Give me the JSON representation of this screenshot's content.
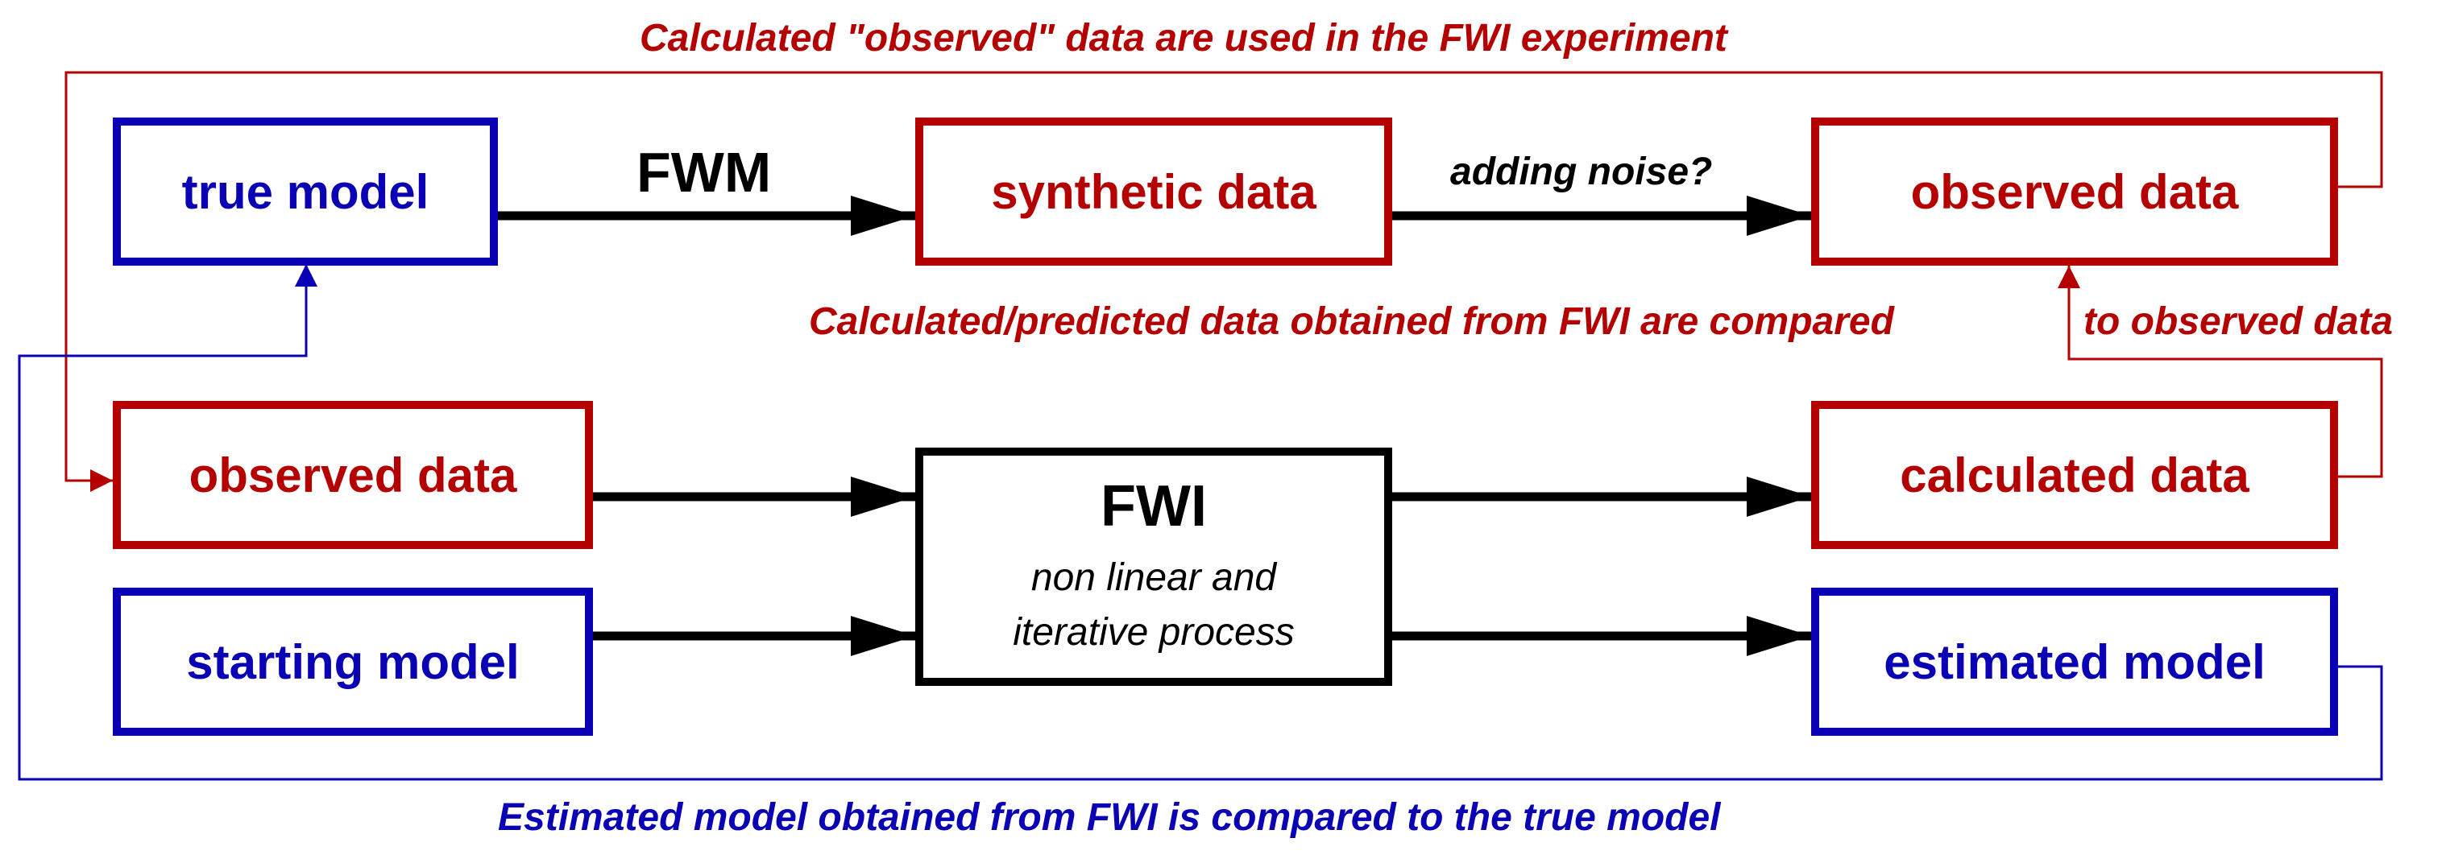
{
  "colors": {
    "blue": "#0a00b4",
    "red": "#b40000",
    "black": "#000000"
  },
  "boxes": {
    "true_model": "true model",
    "synthetic_data": "synthetic data",
    "observed_data_top": "observed data",
    "observed_data_input": "observed data",
    "starting_model": "starting model",
    "fwi_title": "FWI",
    "fwi_sub_1": "non linear and",
    "fwi_sub_2": "iterative process",
    "calculated_data": "calculated data",
    "estimated_model": "estimated model"
  },
  "labels": {
    "fwm": "FWM",
    "adding_noise": "adding noise?",
    "top_caption": "Calculated \"observed\" data are used in the FWI experiment",
    "compare_caption_left": "Calculated/predicted data obtained from FWI are compared",
    "compare_caption_right": "to observed data",
    "bottom_caption": "Estimated model obtained from FWI is compared to the true model"
  }
}
